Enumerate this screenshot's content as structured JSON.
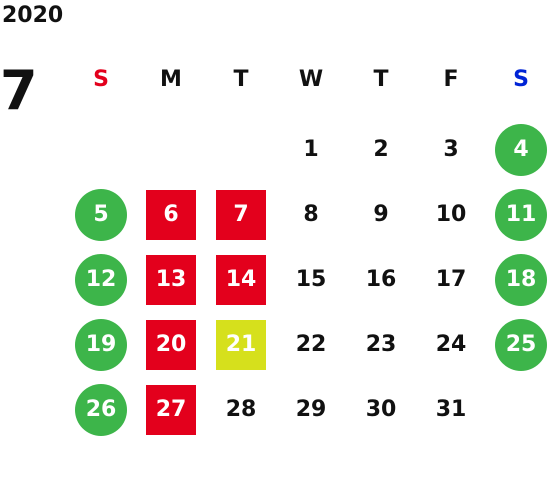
{
  "calendar": {
    "year": "2020",
    "month": "7",
    "weekdays": [
      {
        "label": "S",
        "color": "#e3001c"
      },
      {
        "label": "M",
        "color": "#111111"
      },
      {
        "label": "T",
        "color": "#111111"
      },
      {
        "label": "W",
        "color": "#111111"
      },
      {
        "label": "T",
        "color": "#111111"
      },
      {
        "label": "F",
        "color": "#111111"
      },
      {
        "label": "S",
        "color": "#0024d6"
      }
    ],
    "weeks": [
      [
        null,
        null,
        null,
        {
          "d": "1"
        },
        {
          "d": "2"
        },
        {
          "d": "3"
        },
        {
          "d": "4",
          "style": "circle"
        }
      ],
      [
        {
          "d": "5",
          "style": "circle"
        },
        {
          "d": "6",
          "style": "holiday"
        },
        {
          "d": "7",
          "style": "holiday"
        },
        {
          "d": "8"
        },
        {
          "d": "9"
        },
        {
          "d": "10"
        },
        {
          "d": "11",
          "style": "circle"
        }
      ],
      [
        {
          "d": "12",
          "style": "circle"
        },
        {
          "d": "13",
          "style": "holiday"
        },
        {
          "d": "14",
          "style": "holiday"
        },
        {
          "d": "15"
        },
        {
          "d": "16"
        },
        {
          "d": "17"
        },
        {
          "d": "18",
          "style": "circle"
        }
      ],
      [
        {
          "d": "19",
          "style": "circle"
        },
        {
          "d": "20",
          "style": "holiday"
        },
        {
          "d": "21",
          "style": "highlight"
        },
        {
          "d": "22"
        },
        {
          "d": "23"
        },
        {
          "d": "24"
        },
        {
          "d": "25",
          "style": "circle"
        }
      ],
      [
        {
          "d": "26",
          "style": "circle"
        },
        {
          "d": "27",
          "style": "holiday"
        },
        {
          "d": "28"
        },
        {
          "d": "29"
        },
        {
          "d": "30"
        },
        {
          "d": "31"
        },
        null
      ]
    ],
    "colors": {
      "holiday_red": "#e3001c",
      "weekend_green": "#3db54a",
      "highlight_lime": "#d6e01c",
      "saturday_blue": "#0024d6"
    }
  }
}
